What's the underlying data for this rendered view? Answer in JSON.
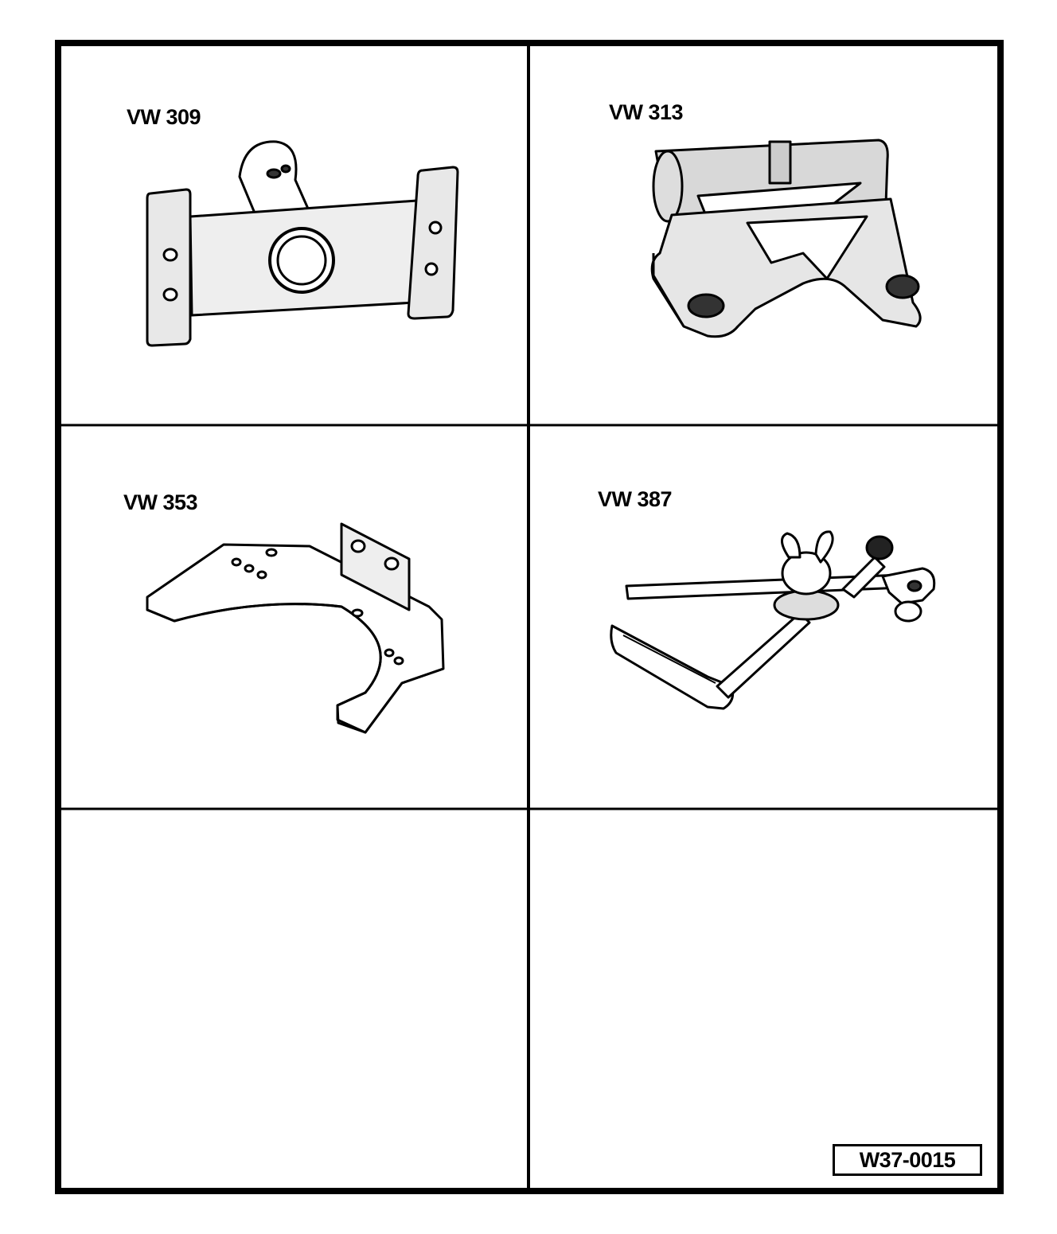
{
  "tools": [
    {
      "label": "VW 309"
    },
    {
      "label": "VW 313"
    },
    {
      "label": "VW 353"
    },
    {
      "label": "VW 387"
    }
  ],
  "reference": "W37-0015",
  "colors": {
    "line": "#000000",
    "background": "#ffffff",
    "shade": "#cfcfcf",
    "dark": "#3a3a3a"
  }
}
